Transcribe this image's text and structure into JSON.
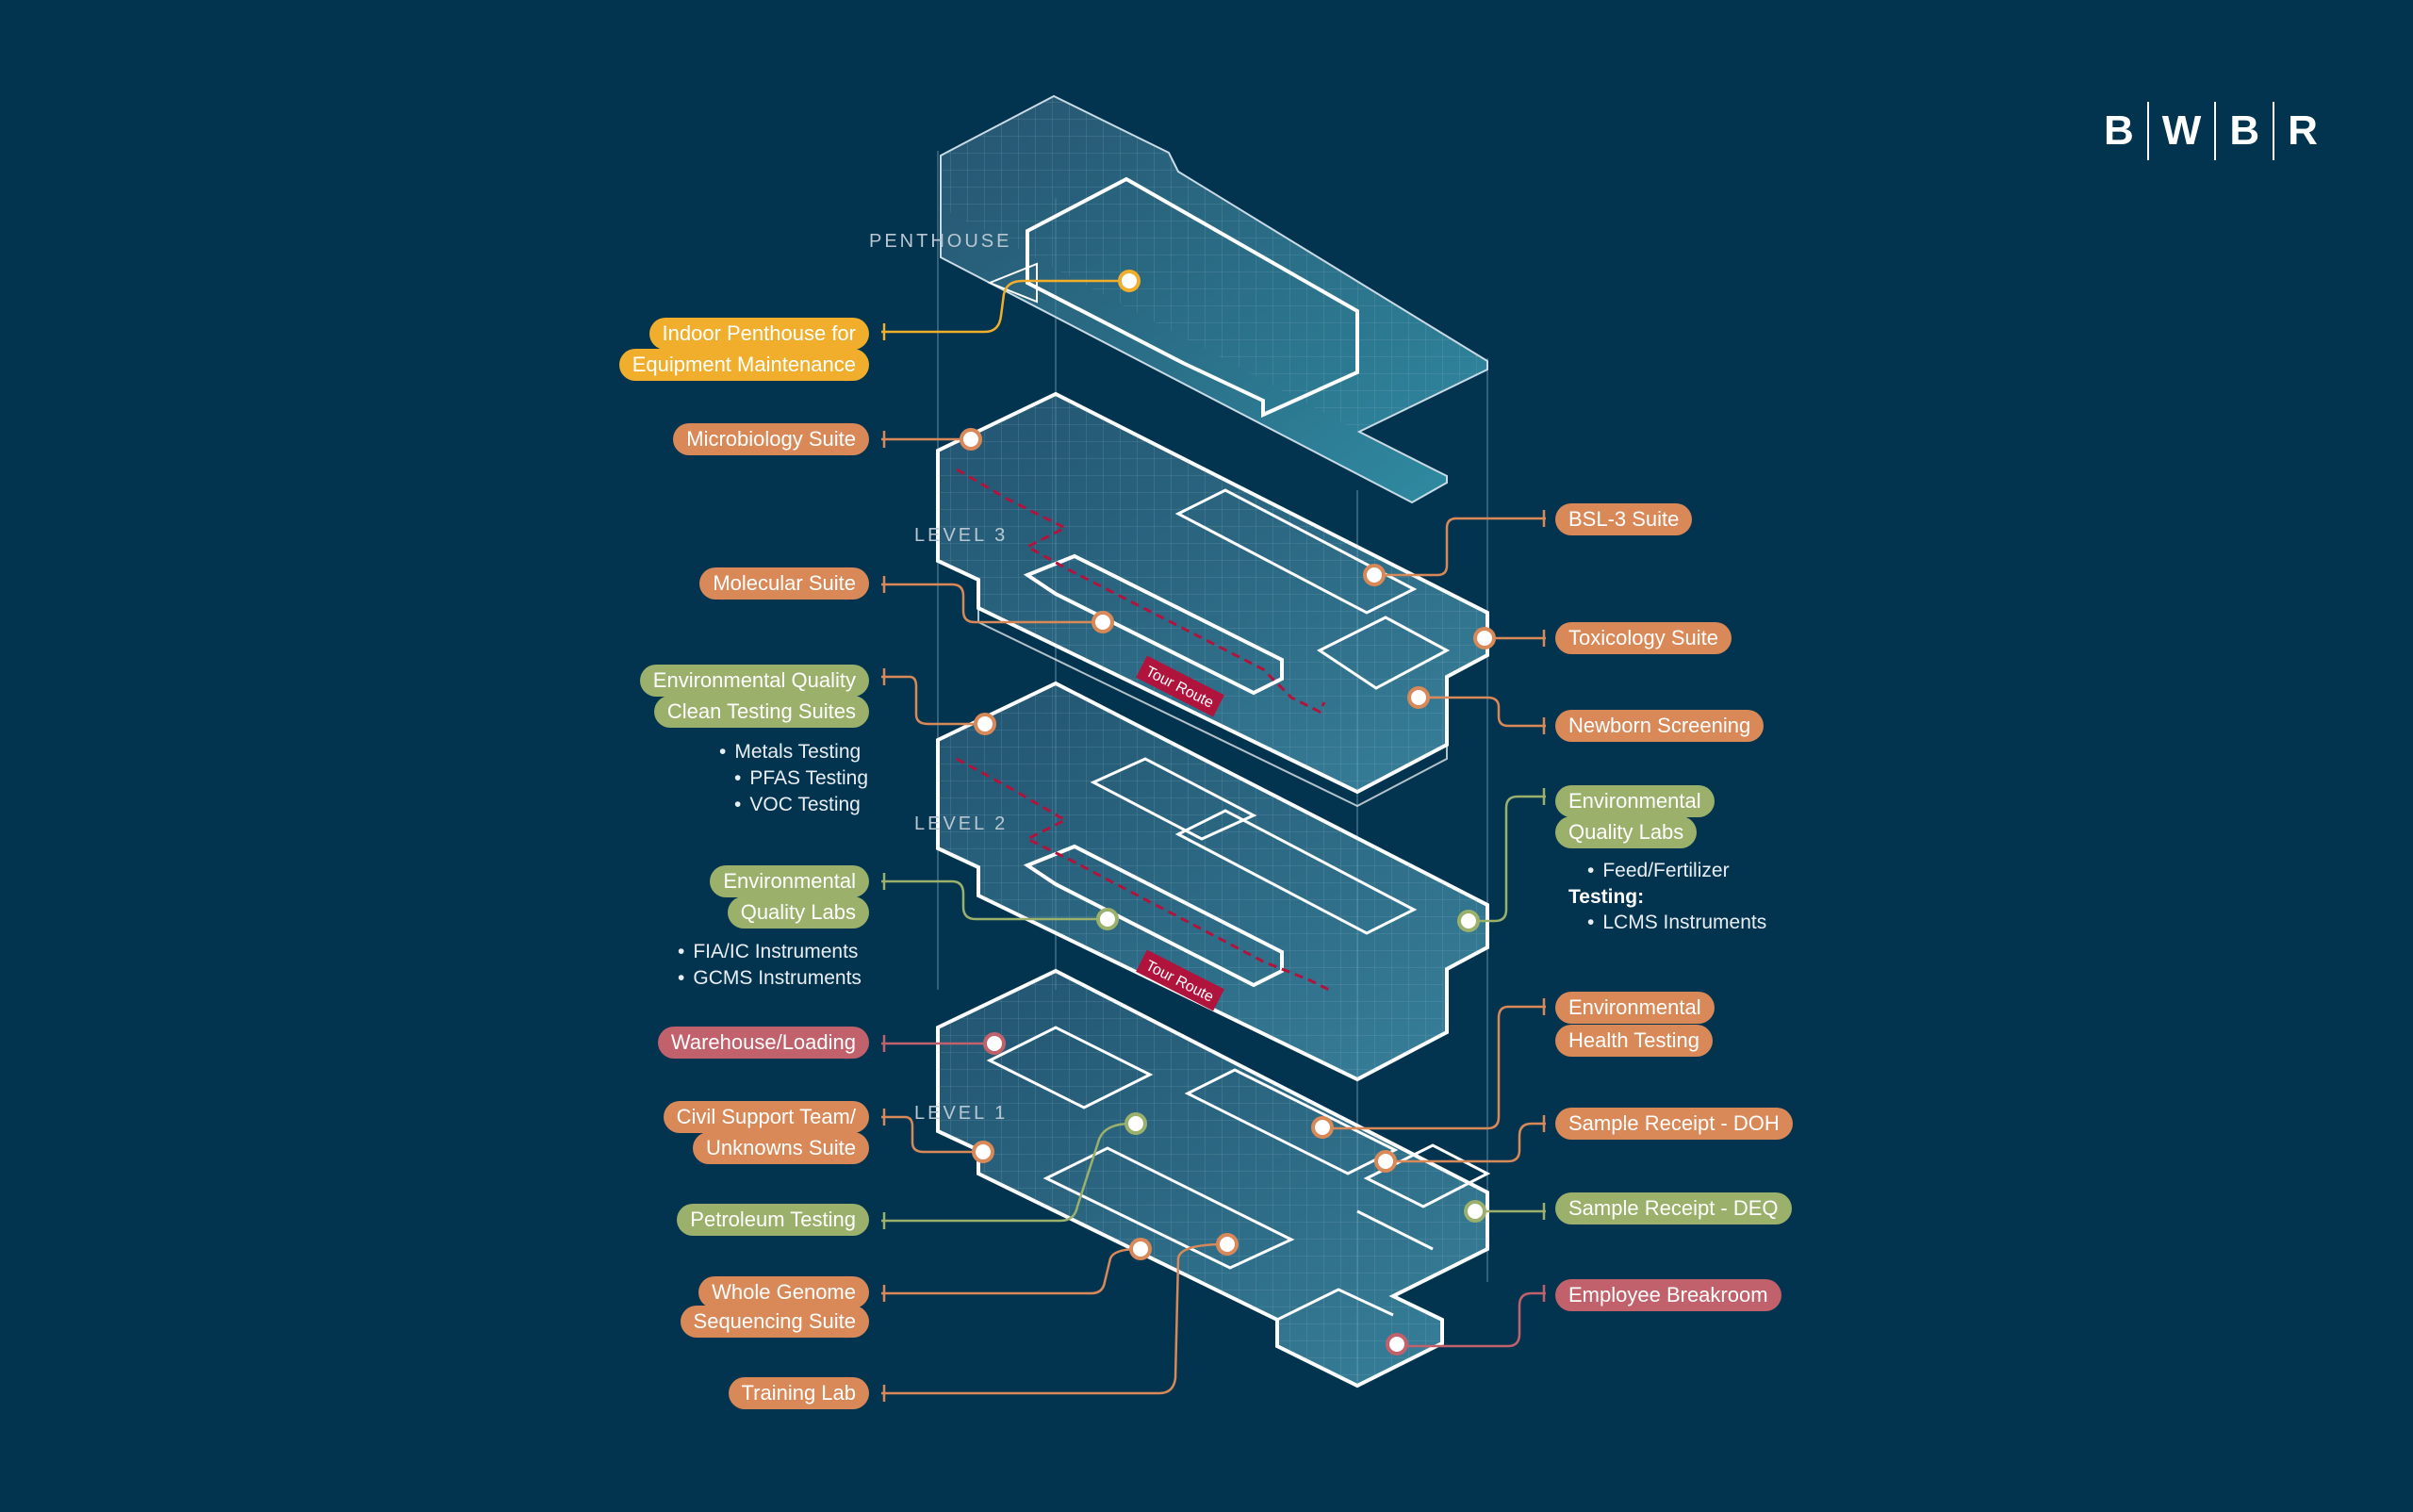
{
  "logo": {
    "letters": [
      "B",
      "W",
      "B",
      "R"
    ]
  },
  "levels": {
    "penthouse": "PENTHOUSE",
    "level3": "LEVEL 3",
    "level2": "LEVEL 2",
    "level1": "LEVEL 1"
  },
  "tour_route": "Tour Route",
  "colors": {
    "background": "#03344f",
    "orange": "#d98858",
    "green": "#9bb06b",
    "yellow": "#f0ae2c",
    "red": "#c0616b",
    "tour_route": "#b0143c"
  },
  "labels": {
    "penthouse_line1": "Indoor Penthouse for",
    "penthouse_line2": "Equipment Maintenance",
    "microbiology": "Microbiology Suite",
    "molecular": "Molecular Suite",
    "eq_clean_line1": "Environmental Quality",
    "eq_clean_line2": "Clean Testing Suites",
    "eq_clean_items": [
      "Metals Testing",
      "PFAS Testing",
      "VOC Testing"
    ],
    "eq_labs_left_line1": "Environmental",
    "eq_labs_left_line2": "Quality Labs",
    "eq_labs_left_items": [
      "FIA/IC Instruments",
      "GCMS Instruments"
    ],
    "warehouse": "Warehouse/Loading",
    "civil_line1": "Civil Support Team/",
    "civil_line2": "Unknowns Suite",
    "petroleum": "Petroleum Testing",
    "wgs_line1": "Whole Genome",
    "wgs_line2": "Sequencing Suite",
    "training": "Training Lab",
    "bsl3": "BSL-3 Suite",
    "toxicology": "Toxicology Suite",
    "newborn": "Newborn Screening",
    "eq_labs_right_line1": "Environmental",
    "eq_labs_right_line2": "Quality Labs",
    "eq_labs_right_item1": "Feed/Fertilizer",
    "eq_labs_right_testing": "Testing:",
    "eq_labs_right_item2": "LCMS Instruments",
    "env_health_line1": "Environmental",
    "env_health_line2": "Health Testing",
    "receipt_doh": "Sample Receipt - DOH",
    "receipt_deq": "Sample Receipt - DEQ",
    "breakroom": "Employee Breakroom"
  }
}
